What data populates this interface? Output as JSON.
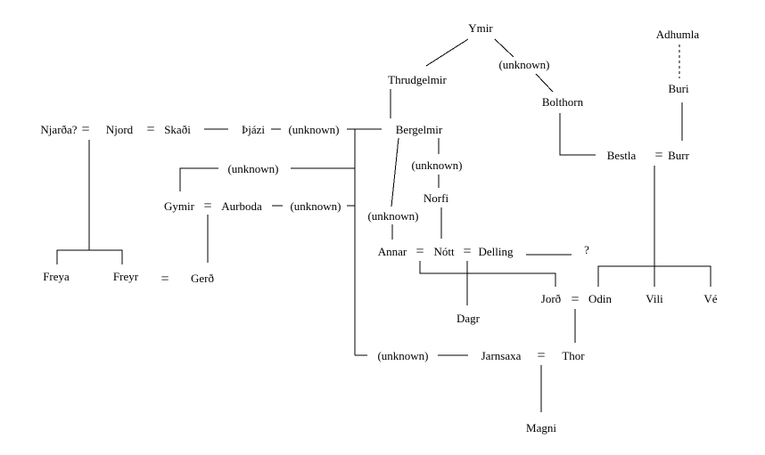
{
  "nodes": {
    "ymir": "Ymir",
    "thrudgelmir": "Thrudgelmir",
    "unknown_ymir_child": "(unknown)",
    "bolthorn": "Bolthorn",
    "adhumla": "Adhumla",
    "buri": "Buri",
    "njarda": "Njarða?",
    "njord": "Njord",
    "skadi": "Skaði",
    "thjazi": "Þjázi",
    "unknown_thjazi_parent": "(unknown)",
    "bergelmir": "Bergelmir",
    "unknown_bergelmir_child": "(unknown)",
    "bestla": "Bestla",
    "burr": "Burr",
    "unknown_left": "(unknown)",
    "gymir": "Gymir",
    "aurboda": "Aurboda",
    "unknown_aurboda_parent": "(unknown)",
    "norfi": "Norfi",
    "unknown_annar_parent": "(unknown)",
    "annar": "Annar",
    "nott": "Nótt",
    "delling": "Delling",
    "question": "?",
    "freya": "Freya",
    "freyr": "Freyr",
    "gerd": "Gerð",
    "jord": "Jorð",
    "odin": "Odin",
    "vili": "Vili",
    "ve": "Vé",
    "dagr": "Dagr",
    "unknown_jarnsaxa_parent": "(unknown)",
    "jarnsaxa": "Jarnsaxa",
    "thor": "Thor",
    "magni": "Magni"
  },
  "marriage_symbol": "="
}
